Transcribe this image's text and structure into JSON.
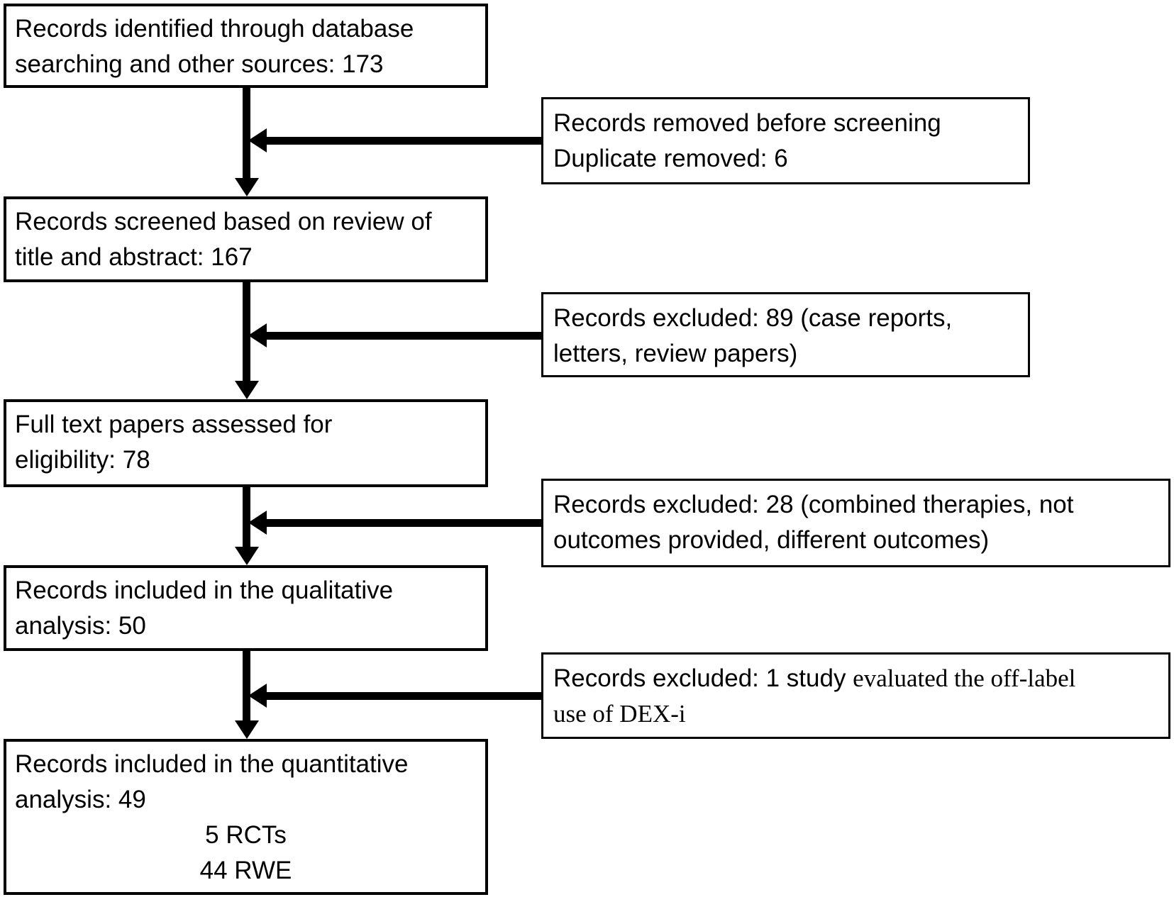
{
  "figure": {
    "colors": {
      "background": "#ffffff",
      "box_border": "#000000",
      "text": "#000000",
      "arrow": "#000000"
    },
    "main_flow": [
      {
        "name": "records-identified",
        "count": "173",
        "lines": [
          "Records identified through database",
          "searching and other sources: 173"
        ]
      },
      {
        "name": "records-screened",
        "count": "167",
        "lines": [
          "Records screened based on review of",
          "title and abstract: 167"
        ]
      },
      {
        "name": "full-text-assessed",
        "count": "78",
        "lines": [
          "Full text papers assessed for",
          "eligibility: 78"
        ]
      },
      {
        "name": "qualitative-analysis-included",
        "count": "50",
        "lines": [
          "Records included in the qualitative",
          "analysis: 50"
        ]
      },
      {
        "name": "quantitative-analysis-included",
        "count": "49",
        "lines": [
          "Records included in the quantitative",
          "analysis: 49"
        ],
        "centered_lines": [
          "5 RCTs",
          "44 RWE"
        ]
      }
    ],
    "exclusions": [
      {
        "name": "removed-before-screening",
        "count": "6",
        "lines": [
          "Records removed before screening",
          "Duplicate removed: 6"
        ]
      },
      {
        "name": "excluded-title-abstract",
        "count": "89",
        "lines": [
          "Records excluded: 89 (case reports,",
          "letters, review papers)"
        ]
      },
      {
        "name": "excluded-full-text",
        "count": "28",
        "lines": [
          "Records excluded: 28 (combined therapies, not",
          "outcomes provided, different outcomes)"
        ]
      },
      {
        "name": "excluded-off-label",
        "count": "1",
        "line1_sans": "Records excluded: 1 study ",
        "line1_serif": "evaluated the off-label",
        "line2_serif": "use of DEX-i"
      }
    ]
  }
}
